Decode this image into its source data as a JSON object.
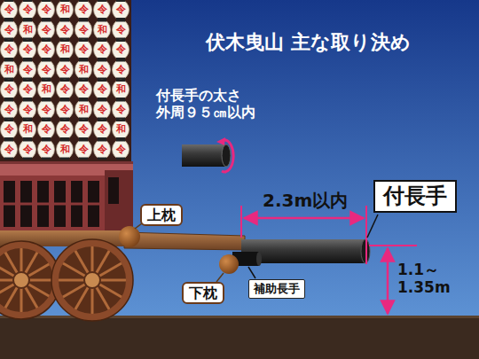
{
  "diagram": {
    "title": "伏木曳山 主な取り決め",
    "nodes": [
      {
        "text": [
          "上枕"
        ]
      },
      {
        "text": [
          "付長手"
        ]
      },
      {
        "text": [
          "下枕"
        ]
      },
      {
        "text": [
          "補助長手"
        ]
      }
    ],
    "labels": [
      "付長手の太さ 外周９５㎝以内",
      "2.3m以内",
      "1.1～ 1.35m",
      "令",
      "令",
      "令",
      "和",
      "令",
      "令",
      "令",
      "令",
      "和",
      "令",
      "令",
      "令",
      "和",
      "令",
      "令",
      "令",
      "令",
      "和",
      "令",
      "令",
      "令",
      "和",
      "令",
      "令",
      "令",
      "和",
      "令",
      "令",
      "令",
      "令",
      "和",
      "令",
      "令",
      "令",
      "和",
      "令",
      "令",
      "令",
      "令",
      "和",
      "令",
      "令",
      "令",
      "和",
      "令",
      "令",
      "令",
      "令",
      "和",
      "令",
      "令",
      "令",
      "和",
      "令",
      "令",
      "令"
    ]
  }
}
